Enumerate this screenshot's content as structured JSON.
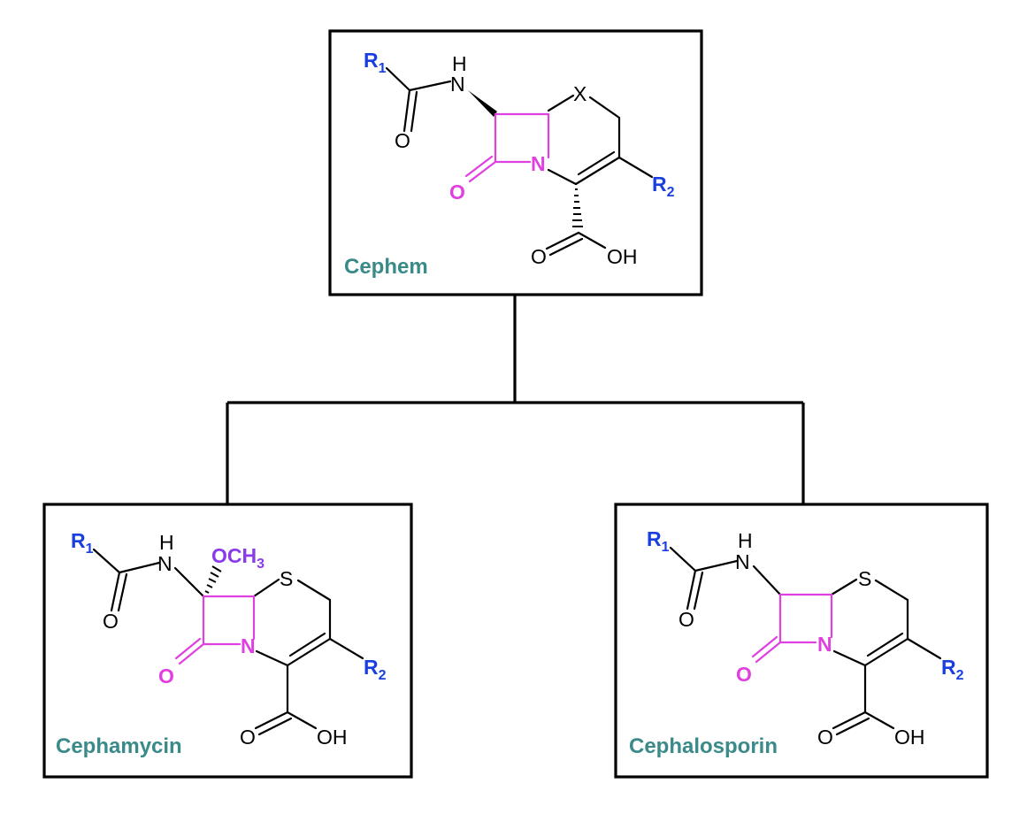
{
  "colors": {
    "name_teal": "#3a8a8a",
    "substituent_blue": "#1a3fe0",
    "lactam_magenta": "#e040e0",
    "methoxy_purple": "#8a3ae8"
  },
  "top": {
    "name": "Cephem",
    "r1": "R",
    "r1_sub": "1",
    "r2": "R",
    "r2_sub": "2",
    "nh_h": "H",
    "nh_n": "N",
    "amide_o": "O",
    "ring_x": "X",
    "lactam_n": "N",
    "lactam_o": "O",
    "acid_o": "O",
    "acid_oh": "OH"
  },
  "left": {
    "name": "Cephamycin",
    "r1": "R",
    "r1_sub": "1",
    "r2": "R",
    "r2_sub": "2",
    "nh_h": "H",
    "nh_n": "N",
    "amide_o": "O",
    "methoxy": "OCH",
    "methoxy_sub": "3",
    "ring_s": "S",
    "lactam_n": "N",
    "lactam_o": "O",
    "acid_o": "O",
    "acid_oh": "OH"
  },
  "right": {
    "name": "Cephalosporin",
    "r1": "R",
    "r1_sub": "1",
    "r2": "R",
    "r2_sub": "2",
    "nh_h": "H",
    "nh_n": "N",
    "amide_o": "O",
    "ring_s": "S",
    "lactam_n": "N",
    "lactam_o": "O",
    "acid_o": "O",
    "acid_oh": "OH"
  }
}
